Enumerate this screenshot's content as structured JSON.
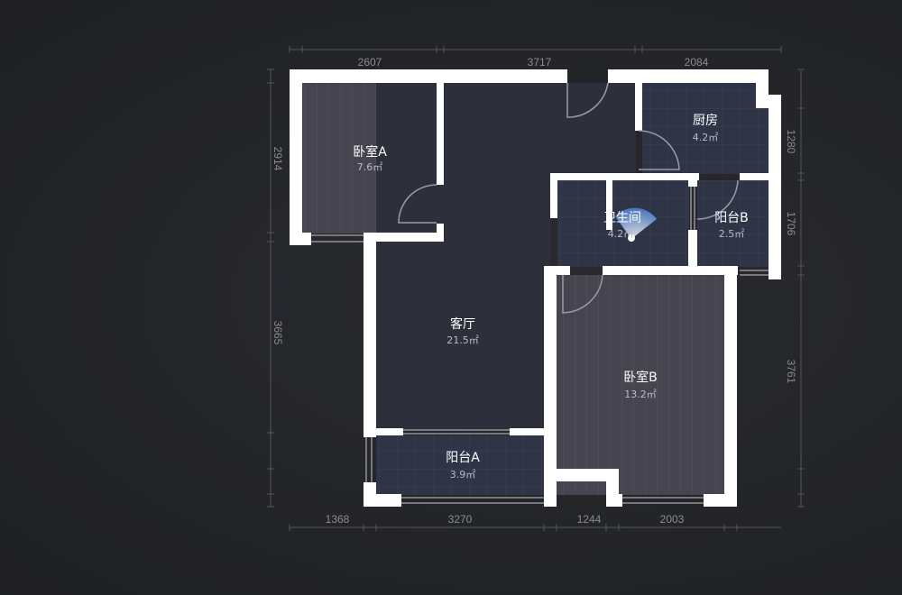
{
  "rooms": [
    {
      "name": "卧室A",
      "area": "7.6㎡"
    },
    {
      "name": "客厅",
      "area": "21.5㎡"
    },
    {
      "name": "厨房",
      "area": "4.2㎡"
    },
    {
      "name": "卫生间",
      "area": "4.2㎡"
    },
    {
      "name": "阳台B",
      "area": "2.5㎡"
    },
    {
      "name": "卧室B",
      "area": "13.2㎡"
    },
    {
      "name": "阳台A",
      "area": "3.9㎡"
    }
  ],
  "dimensions": {
    "top": [
      "2607",
      "3717",
      "2084"
    ],
    "bottom": [
      "1368",
      "3270",
      "1244",
      "2003"
    ],
    "left": [
      "2914",
      "3665"
    ],
    "right": [
      "1280",
      "1706",
      "3761"
    ]
  },
  "colors": {
    "wall": "#ffffff",
    "bedroom": "#46454f",
    "living": "#2d303b",
    "tile": "#2f3447"
  }
}
